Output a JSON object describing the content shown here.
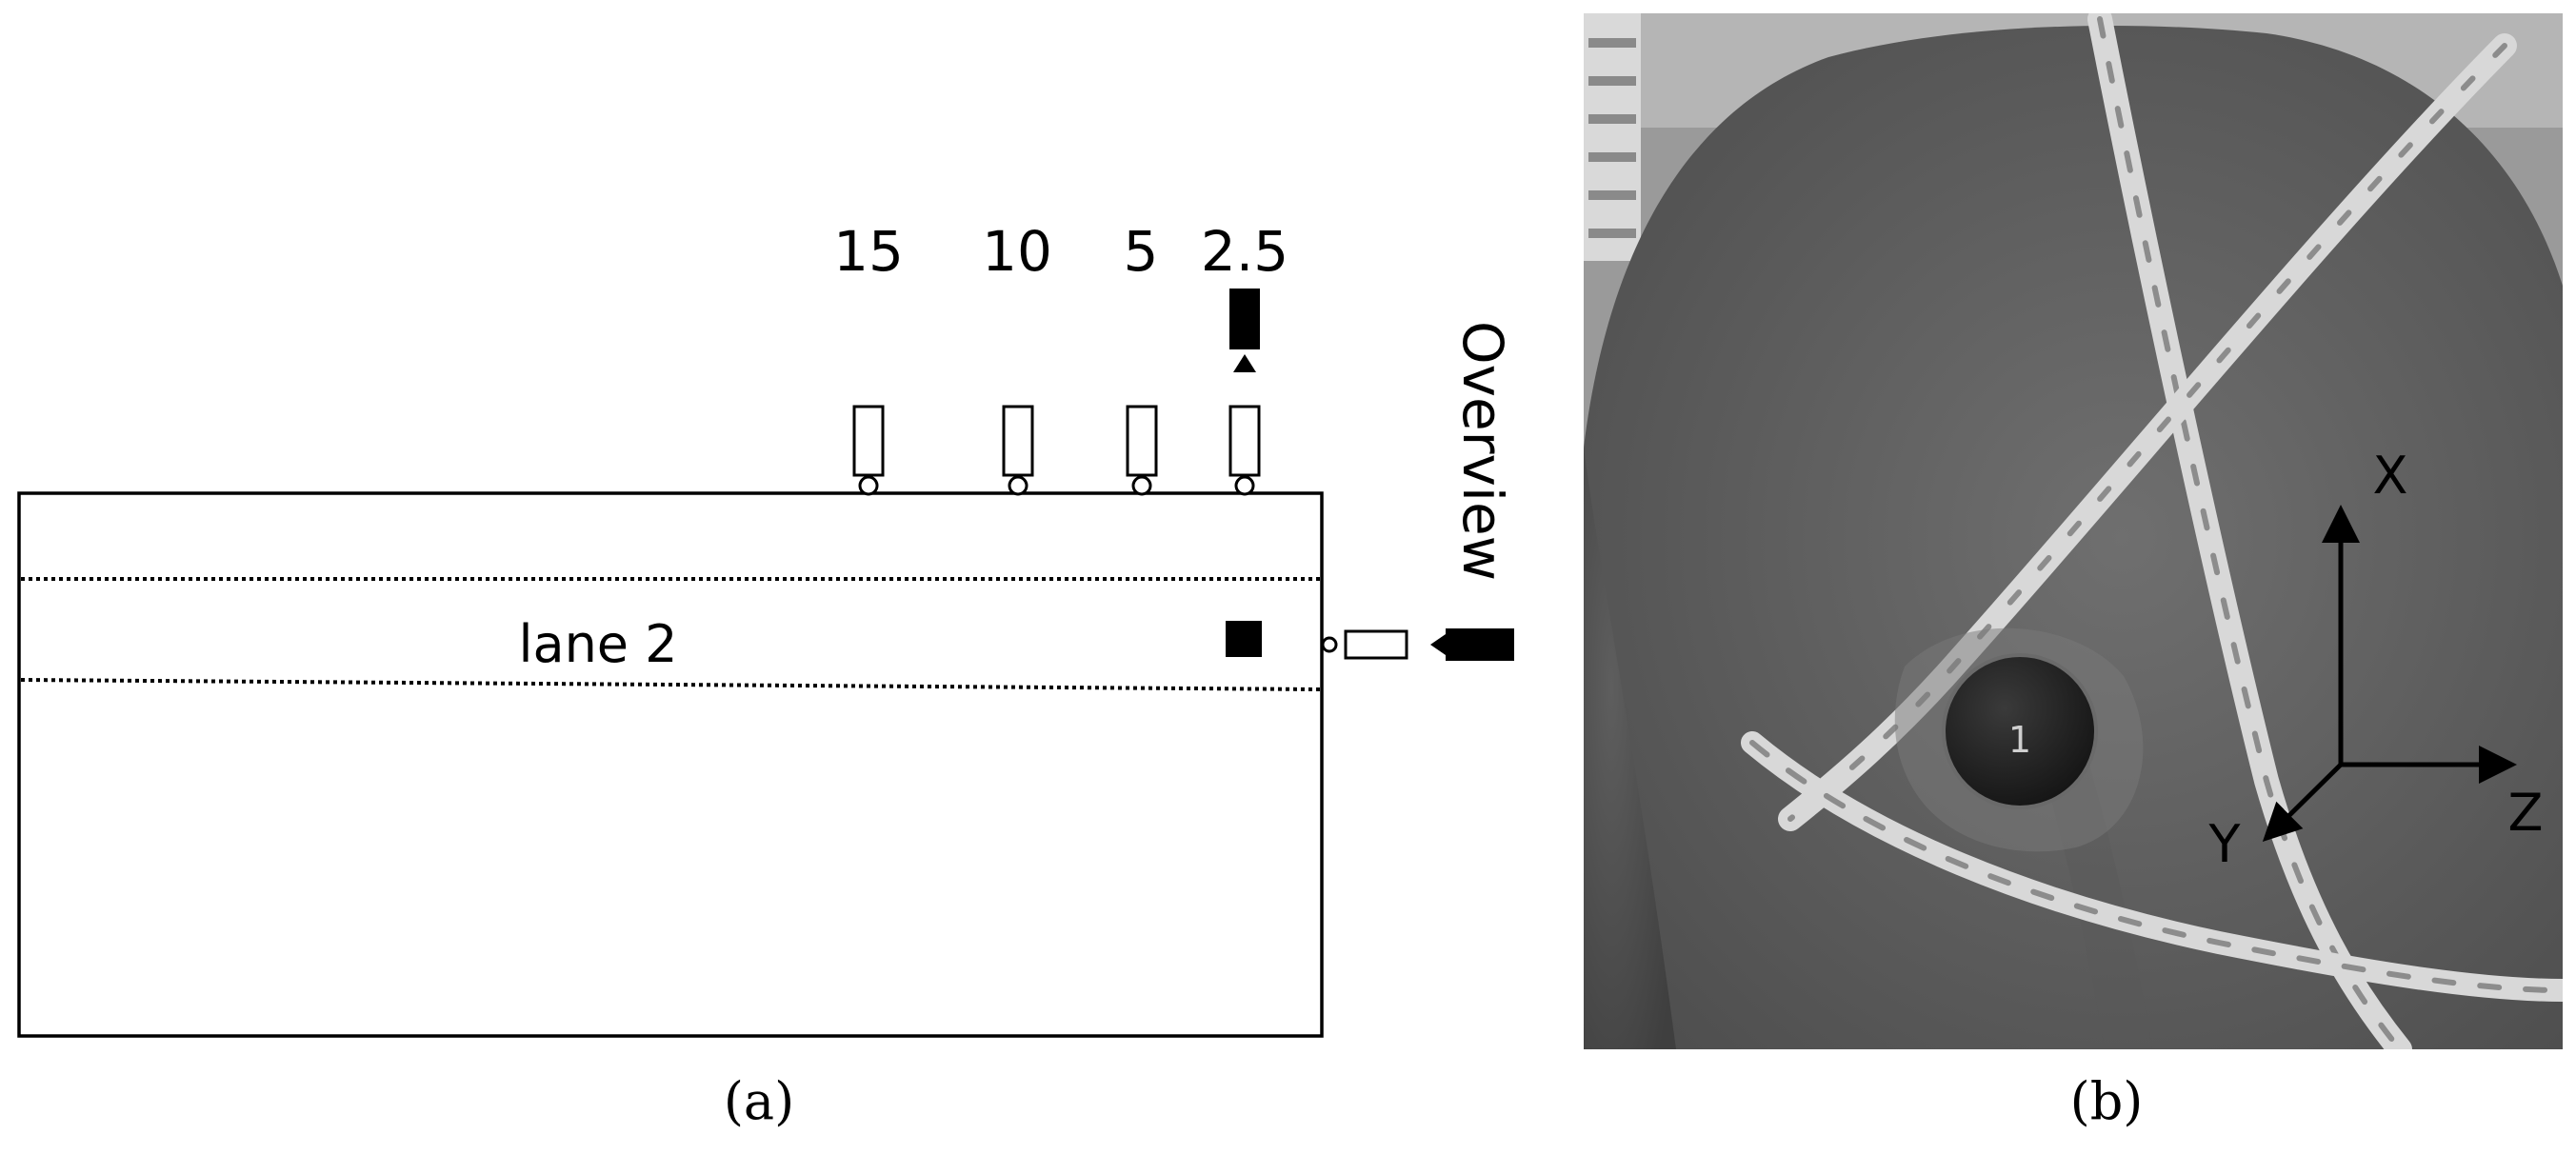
{
  "panel_a": {
    "distances": [
      "15",
      "10",
      "5",
      "2.5"
    ],
    "lane_label": "lane 2",
    "overview_label": "Overview",
    "caption": "(a)"
  },
  "panel_b": {
    "axes": {
      "x": "X",
      "y": "Y",
      "z": "Z"
    },
    "sensor_number": "1",
    "caption": "(b)"
  }
}
